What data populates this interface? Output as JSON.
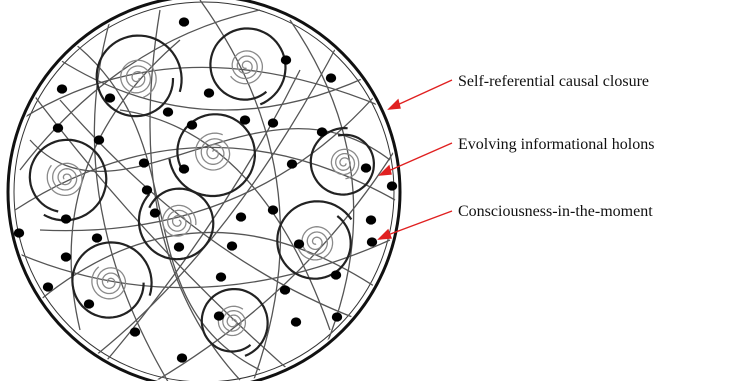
{
  "annotations": [
    {
      "id": "self-referential",
      "text": "Self-referential causal closure"
    },
    {
      "id": "holons",
      "text": "Evolving informational holons"
    },
    {
      "id": "consciousness",
      "text": "Consciousness-in-the-moment"
    }
  ],
  "colors": {
    "background": "#ffffff",
    "outline": "#111111",
    "spiral_inner": "#8a8a8a",
    "thread": "#555555",
    "node": "#000000",
    "arrow": "#e02020"
  }
}
